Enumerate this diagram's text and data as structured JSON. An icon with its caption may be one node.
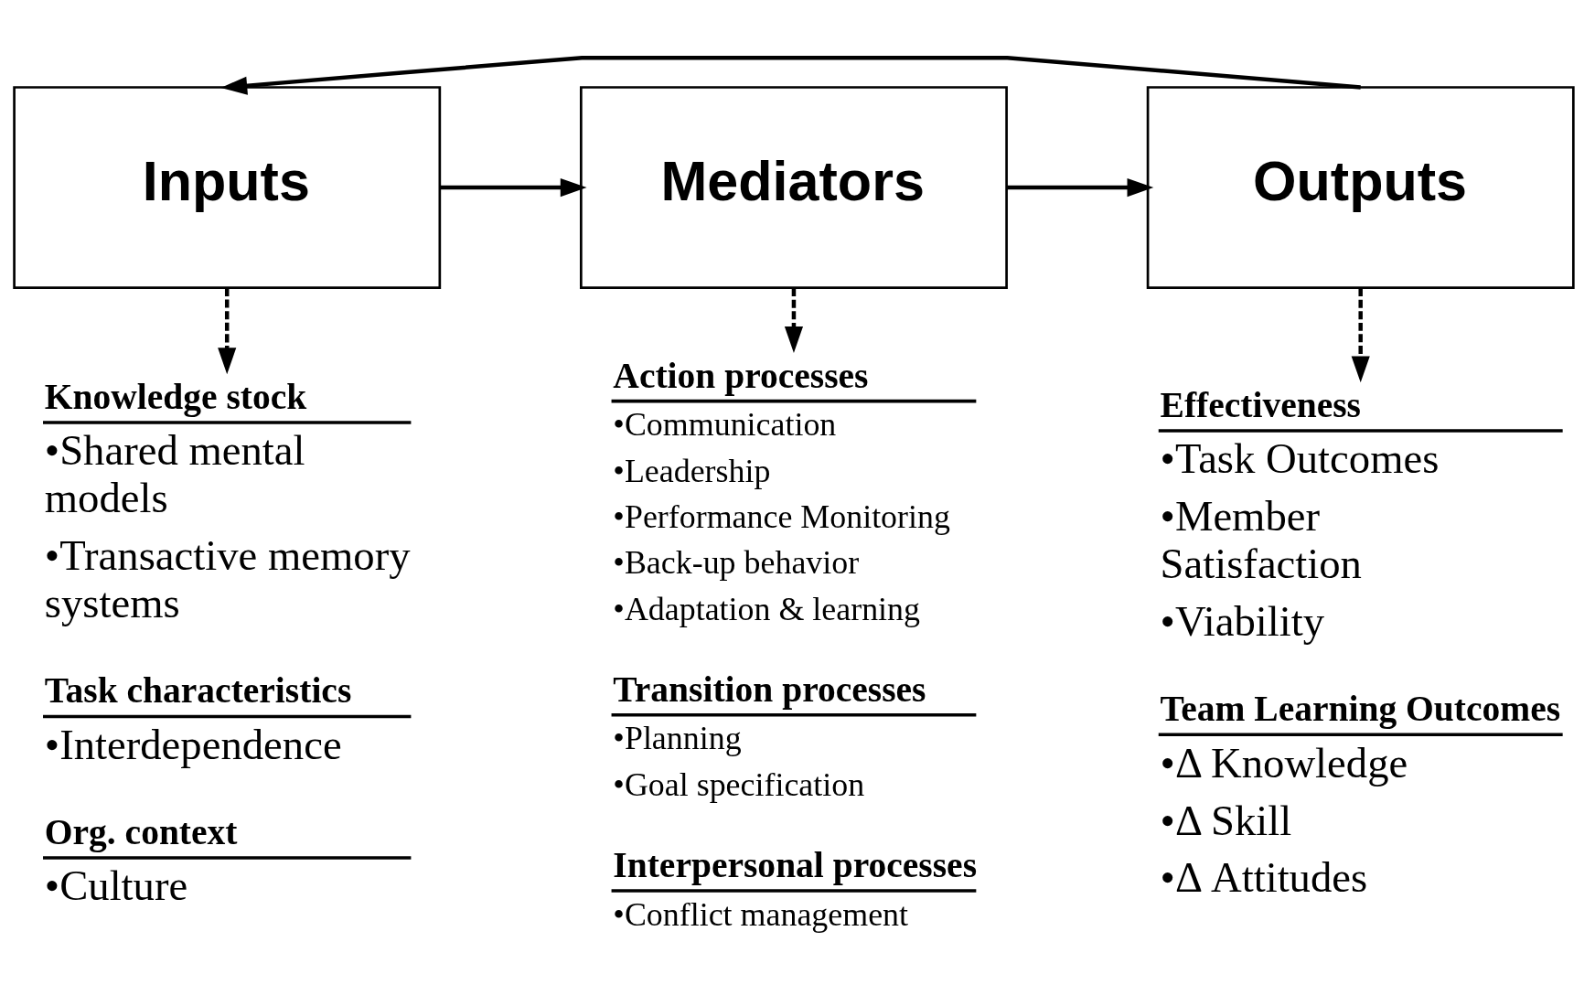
{
  "diagram": {
    "nodes": [
      {
        "text": [
          "Inputs"
        ]
      },
      {
        "text": [
          "Mediators"
        ]
      },
      {
        "text": [
          "Outputs"
        ]
      },
      {
        "text": [
          "Knowledge stock",
          "•Shared mental models",
          "•Transactive memory systems",
          "Task characteristics",
          "•Interdependence",
          "Org. context",
          "•Culture"
        ]
      },
      {
        "text": [
          "Action processes",
          "•Communication",
          "•Leadership",
          "•Performance Monitoring",
          "•Back-up behavior",
          "•Adaptation & learning",
          "Transition processes",
          "•Planning",
          "•Goal specification",
          "Interpersonal processes",
          "•Conflict management"
        ]
      },
      {
        "text": [
          "Effectiveness",
          "•Task Outcomes",
          "•Member Satisfaction",
          "•Viability",
          "Team Learning Outcomes",
          "•Δ Knowledge",
          "•Δ Skill",
          "•Δ Attitudes"
        ]
      }
    ],
    "edges": [
      {
        "from": 0,
        "to": 1,
        "arrow": "to"
      },
      {
        "from": 1,
        "to": 2,
        "arrow": "to"
      },
      {
        "from": 2,
        "to": 0,
        "arrow": "to"
      },
      {
        "from": 0,
        "to": 3,
        "arrow": "to",
        "style": "dashed"
      },
      {
        "from": 1,
        "to": 4,
        "arrow": "to",
        "style": "dashed"
      },
      {
        "from": 2,
        "to": 5,
        "arrow": "to",
        "style": "dashed"
      }
    ]
  }
}
